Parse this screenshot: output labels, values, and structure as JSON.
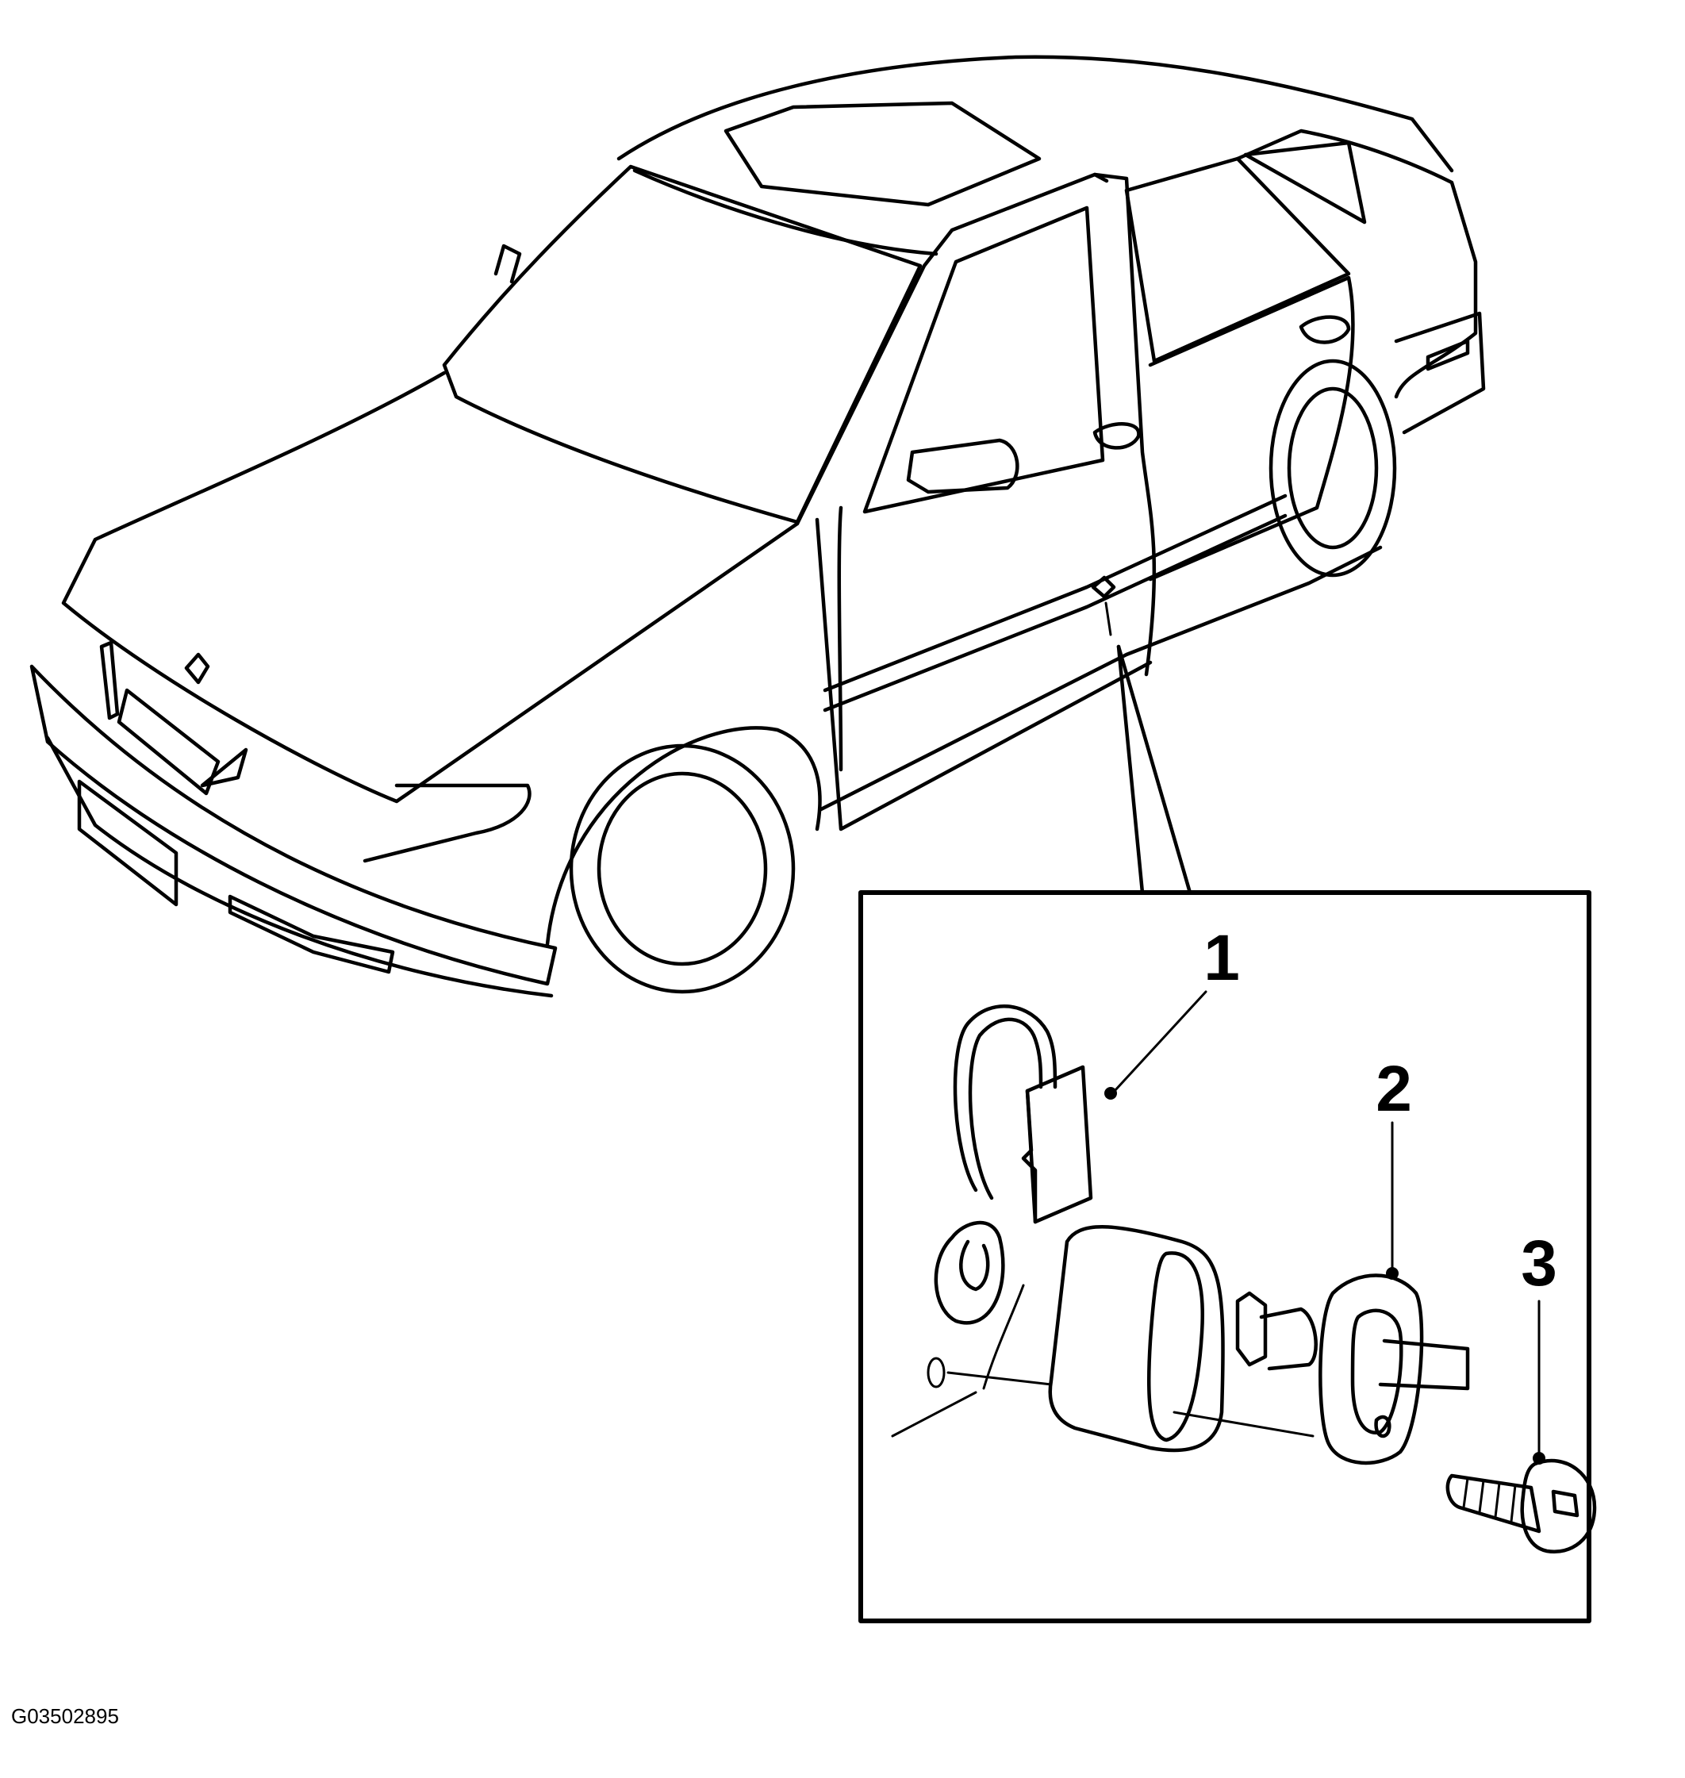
{
  "figure_id": "G03502895",
  "callouts": [
    {
      "number": "1"
    },
    {
      "number": "2"
    },
    {
      "number": "3"
    }
  ],
  "colors": {
    "line": "#000000",
    "background": "#ffffff"
  }
}
